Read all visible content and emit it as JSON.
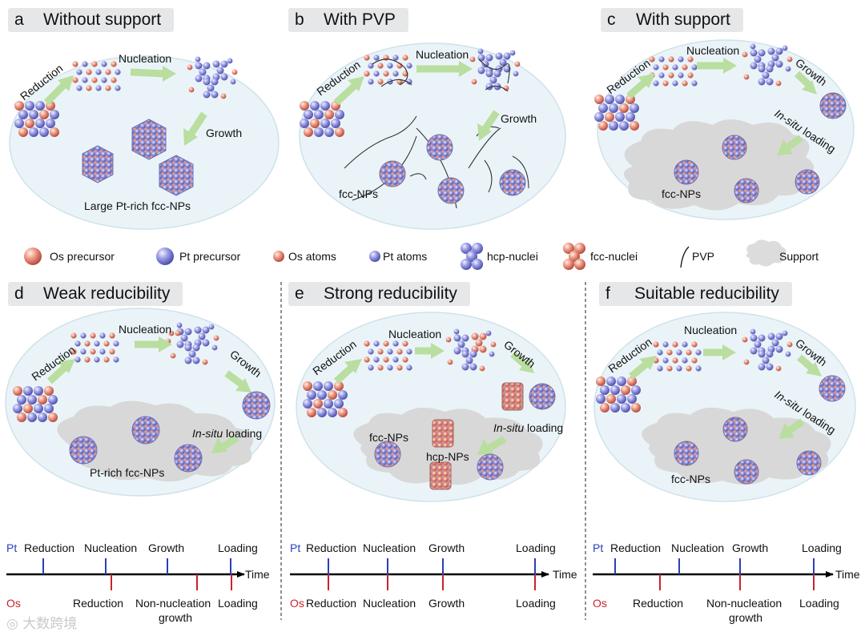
{
  "panels": {
    "a": {
      "letter": "a",
      "title": "Without support",
      "labels": {
        "reduction": "Reduction",
        "nucleation": "Nucleation",
        "growth": "Growth",
        "result": "Large Pt-rich fcc-NPs"
      }
    },
    "b": {
      "letter": "b",
      "title": "With PVP",
      "labels": {
        "reduction": "Reduction",
        "nucleation": "Nucleation",
        "growth": "Growth",
        "result": "fcc-NPs"
      }
    },
    "c": {
      "letter": "c",
      "title": "With support",
      "labels": {
        "reduction": "Reduction",
        "nucleation": "Nucleation",
        "growth": "Growth",
        "insitu": "In-situ",
        "loading": " loading",
        "result": "fcc-NPs"
      }
    },
    "d": {
      "letter": "d",
      "title": "Weak reducibility",
      "labels": {
        "reduction": "Reduction",
        "nucleation": "Nucleation",
        "growth": "Growth",
        "insitu": "In-situ",
        "loading": " loading",
        "result": "Pt-rich fcc-NPs"
      }
    },
    "e": {
      "letter": "e",
      "title": "Strong reducibility",
      "labels": {
        "reduction": "Reduction",
        "nucleation": "Nucleation",
        "growth": "Growth",
        "insitu": "In-situ",
        "loading": " loading",
        "fcc": "fcc-NPs",
        "hcp": "hcp-NPs"
      }
    },
    "f": {
      "letter": "f",
      "title": "Suitable reducibility",
      "labels": {
        "reduction": "Reduction",
        "nucleation": "Nucleation",
        "growth": "Growth",
        "insitu": "In-situ",
        "loading": " loading",
        "result": "fcc-NPs"
      }
    }
  },
  "legend": {
    "os_precursor": "Os precursor",
    "pt_precursor": "Pt precursor",
    "os_atoms": "Os atoms",
    "pt_atoms": "Pt atoms",
    "hcp_nuclei": "hcp-nuclei",
    "fcc_nuclei": "fcc-nuclei",
    "pvp": "PVP",
    "support": "Support"
  },
  "timelines": {
    "d": {
      "pt": "Pt",
      "os": "Os",
      "time": "Time",
      "top": [
        "Reduction",
        "Nucleation",
        "Growth",
        "Loading"
      ],
      "bottom": [
        "Reduction",
        "Non-nucleation",
        "growth",
        "Loading"
      ]
    },
    "e": {
      "pt": "Pt",
      "os": "Os",
      "time": "Time",
      "top": [
        "Reduction",
        "Nucleation",
        "Growth",
        "Loading"
      ],
      "bottom": [
        "Reduction",
        "Nucleation",
        "Growth",
        "Loading"
      ]
    },
    "f": {
      "pt": "Pt",
      "os": "Os",
      "time": "Time",
      "top": [
        "Reduction",
        "Nucleation",
        "Growth",
        "Loading"
      ],
      "bottom": [
        "Reduction",
        "Non-nucleation",
        "growth",
        "Loading"
      ]
    }
  },
  "colors": {
    "pt": "#2b3fb8",
    "os": "#c8242b",
    "ellipse": "#eaf4f8",
    "support": "#d8d8d8",
    "arrow": "#b9de9f"
  },
  "watermark": "大数跨境"
}
